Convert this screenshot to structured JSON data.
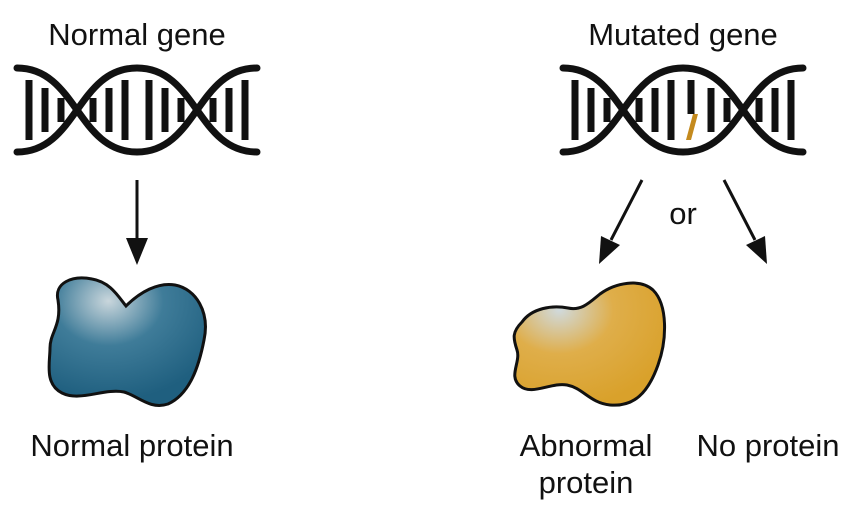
{
  "labels": {
    "normal_gene": "Normal gene",
    "mutated_gene": "Mutated gene",
    "or": "or",
    "normal_protein": "Normal protein",
    "abnormal_protein_line1": "Abnormal",
    "abnormal_protein_line2": "protein",
    "no_protein": "No protein"
  },
  "colors": {
    "normal_protein": "#1f5f7f",
    "normal_protein_highlight": "#c9d6dc",
    "abnormal_protein": "#d9a12b",
    "abnormal_protein_highlight": "#d0dadd",
    "mutation_mark": "#c48a1e",
    "ink": "#111111"
  },
  "icons": {
    "normal_dna": "dna-double-helix-icon",
    "mutated_dna": "dna-double-helix-with-mutation-icon"
  }
}
